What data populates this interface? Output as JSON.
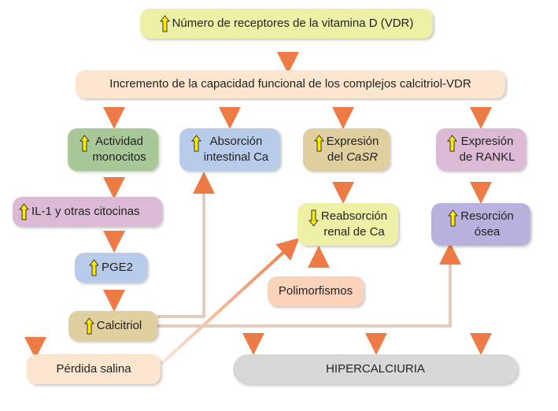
{
  "nodes": {
    "vdr": "Número de receptores de la vitamina D (VDR)",
    "complex": "Incremento de la capacidad funcional de los complejos calcitriol-VDR",
    "monocitos_l1": "Actividad",
    "monocitos_l2": "monocitos",
    "absorcion_l1": "Absorción",
    "absorcion_l2": "intestinal Ca",
    "casr_l1": "Expresión",
    "casr_l2_pre": "del ",
    "casr_l2_it": "CaSR",
    "rankl_l1": "Expresión",
    "rankl_l2": "de RANKL",
    "il1": "IL-1 y otras citocinas",
    "reabsorcion_l1": "Reabsorción",
    "reabsorcion_l2": "renal de Ca",
    "resorcion_l1": "Resorción",
    "resorcion_l2": "ósea",
    "pge2": "PGE2",
    "polimorfismos": "Polimorfismos",
    "calcitriol": "Calcitriol",
    "perdida": "Pérdida salina",
    "hipercalciuria": "HIPERCALCIURIA"
  },
  "indicators": {
    "vdr": "up",
    "monocitos": "up",
    "absorcion": "up",
    "casr": "up",
    "rankl": "up",
    "il1": "up",
    "reabsorcion": "down",
    "resorcion": "up",
    "pge2": "up",
    "calcitriol": "up"
  },
  "colors": {
    "yellow_box": "#eef0a6",
    "peach_box": "#fde6cf",
    "green_box": "#a8c898",
    "blue_box": "#b8cbea",
    "tan_box": "#e0cf9f",
    "pink_box": "#dcbad6",
    "purple_box": "#b9b1de",
    "gray_box": "#d8d8d8",
    "arrow_orange": "#ee7a45",
    "indicator_fill": "#ffea00"
  }
}
